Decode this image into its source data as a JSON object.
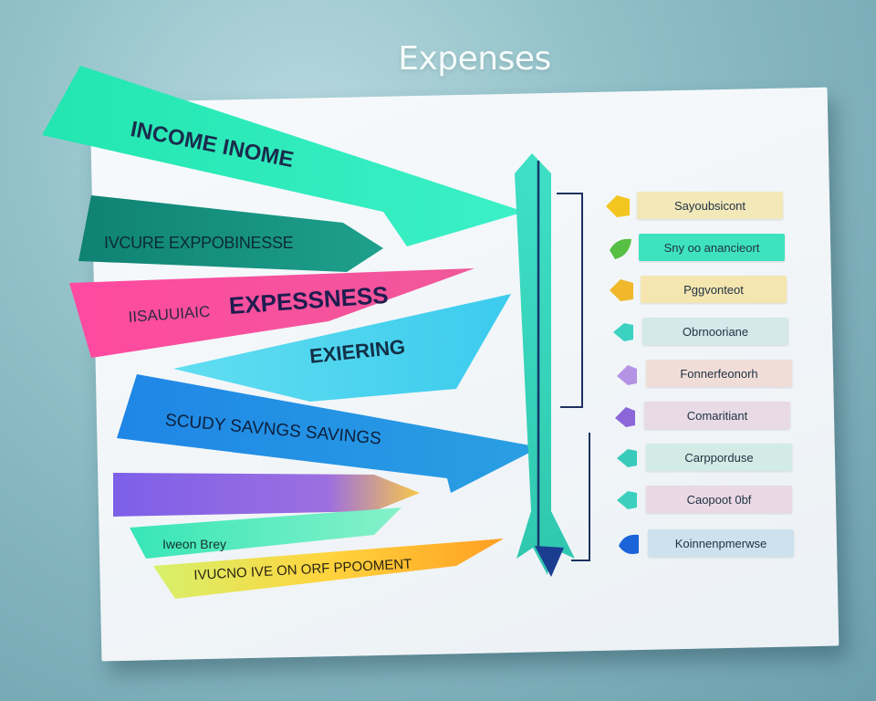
{
  "title": "Expenses",
  "colors": {
    "green": "#2fe7b6",
    "teal": "#14907e",
    "pink": "#f0509b",
    "cyan": "#4ed6ef",
    "blue": "#2489e0",
    "purple": "#8a66e6",
    "yellow": "#f6c43a",
    "spine": "#39d6bc",
    "navy": "#17366a"
  },
  "arrows": [
    {
      "label": "INCOME INOME"
    },
    {
      "label": "IVCURE EXPPOBINESSE"
    },
    {
      "label_prefix": "IISAUUIAIC",
      "label": "EXPESSNESS"
    },
    {
      "label": "EXIERING"
    },
    {
      "label": "SCUDY SAVNGS SAVINGS"
    },
    {
      "label": ""
    },
    {
      "label": "Iweon Brey"
    },
    {
      "label": "IVUCNO IVE ON ORF PPOOMENT"
    }
  ],
  "list": [
    {
      "label": "Sayoubsicont",
      "color": "#f3e8b8",
      "icon_color": "#f3c51f",
      "icon": "tag-icon"
    },
    {
      "label": "Sny oo anancieort",
      "color": "#3ee3bd",
      "icon_color": "#57bf43",
      "icon": "leaf-icon"
    },
    {
      "label": "Pggvonteot",
      "color": "#f5e6b0",
      "icon_color": "#f0b82a",
      "icon": "tag-icon"
    },
    {
      "label": "Obrnooriane",
      "color": "#d5e8ea",
      "icon_color": "#3cd2c2",
      "icon": "arrow-icon"
    },
    {
      "label": "Fonnerfeonorh",
      "color": "#f1ddd8",
      "icon_color": "#b493e4",
      "icon": "flower-icon"
    },
    {
      "label": "Comaritiant",
      "color": "#e8dbe6",
      "icon_color": "#8b66d8",
      "icon": "bell-icon"
    },
    {
      "label": "Carpporduse",
      "color": "#d2ebe5",
      "icon_color": "#39cbb9",
      "icon": "arrow-icon"
    },
    {
      "label": "Caopoot 0bf",
      "color": "#ead9e5",
      "icon_color": "#3ccfbd",
      "icon": "arrow-icon"
    },
    {
      "label": "Koinnenpmerwse",
      "color": "#cee2ee",
      "icon_color": "#1b64d9",
      "icon": "drop-icon"
    }
  ]
}
